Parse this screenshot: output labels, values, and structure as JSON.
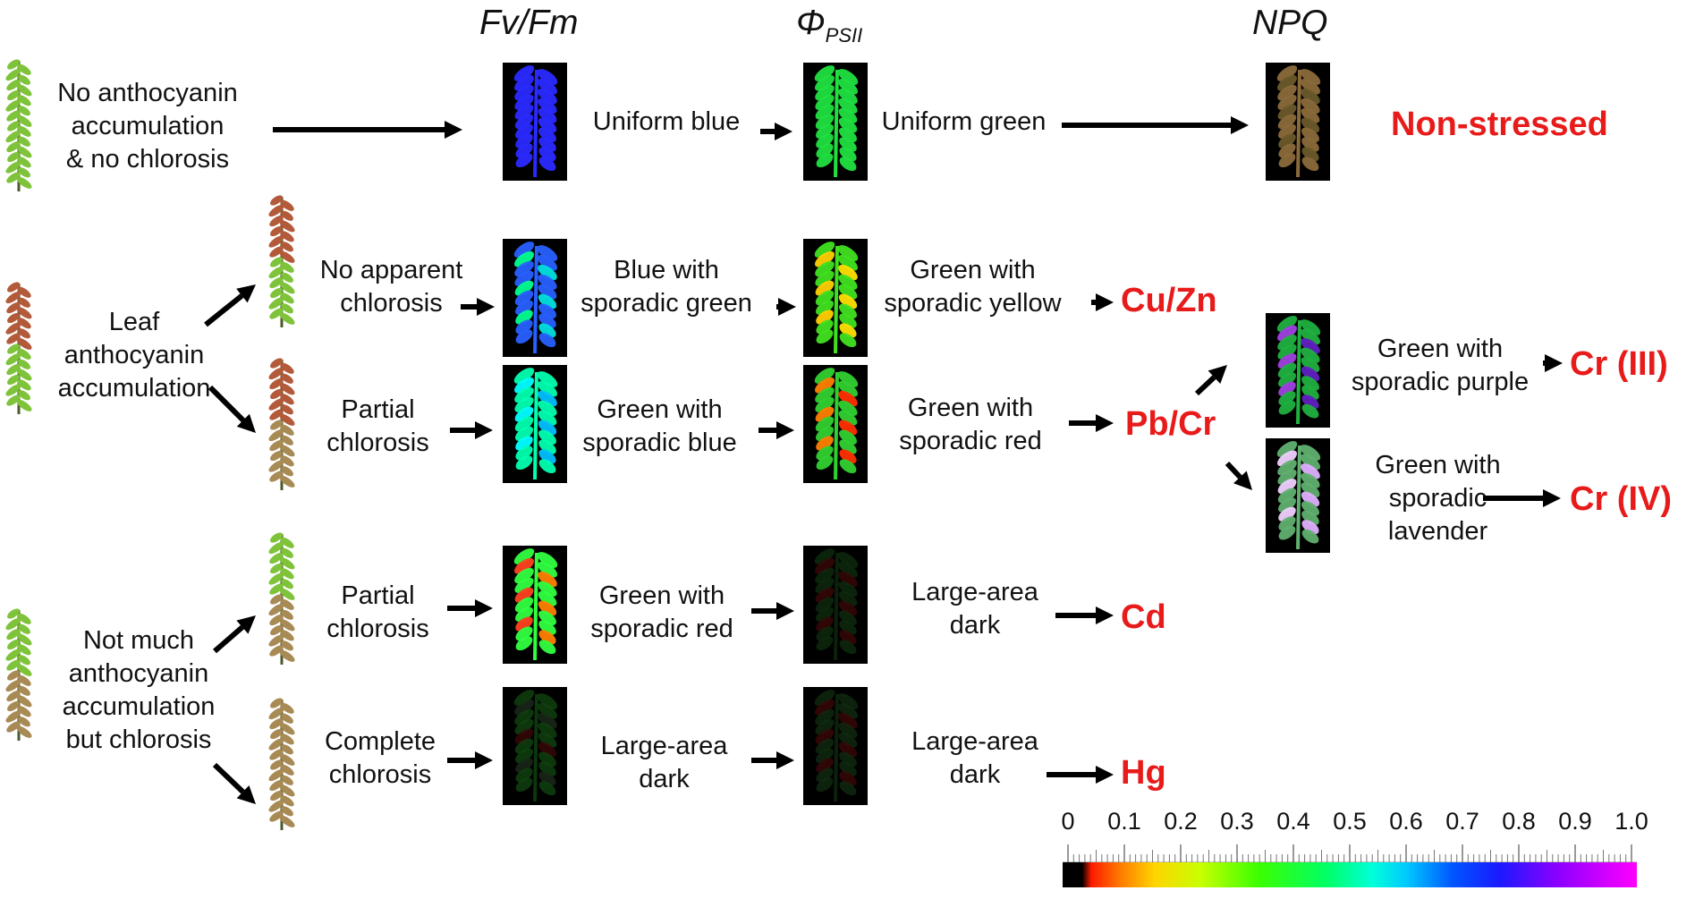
{
  "headers": {
    "fvfm": "Fv/Fm",
    "phi_main": "Φ",
    "phi_sub": "PSII",
    "npq": "NPQ"
  },
  "source_labels": {
    "no_anthocyanin": [
      "No anthocyanin",
      "accumulation",
      "& no chlorosis"
    ],
    "leaf_anthocyanin": [
      "Leaf",
      "anthocyanin",
      "accumulation"
    ],
    "not_much": [
      "Not much",
      "anthocyanin",
      "accumulation",
      "but chlorosis"
    ]
  },
  "branch_labels": {
    "no_apparent": [
      "No apparent",
      "chlorosis"
    ],
    "partial_1": [
      "Partial",
      "chlorosis"
    ],
    "partial_2": [
      "Partial",
      "chlorosis"
    ],
    "complete": [
      "Complete",
      "chlorosis"
    ]
  },
  "fvfm_labels": {
    "row0": [
      "Uniform blue"
    ],
    "row1": [
      "Blue with",
      "sporadic green"
    ],
    "row2": [
      "Green with",
      "sporadic blue"
    ],
    "row3": [
      "Green with",
      "sporadic red"
    ],
    "row4": [
      "Large-area",
      "dark"
    ]
  },
  "phi_labels": {
    "row0": [
      "Uniform green"
    ],
    "row1": [
      "Green with",
      "sporadic yellow"
    ],
    "row2": [
      "Green with",
      "sporadic red"
    ],
    "row3": [
      "Large-area",
      "dark"
    ],
    "row4": [
      "Large-area",
      "dark"
    ]
  },
  "npq_labels": {
    "cr3": [
      "Green with",
      "sporadic purple"
    ],
    "cr4": [
      "Green with",
      "sporadic",
      "lavender"
    ]
  },
  "results": {
    "non_stressed": "Non-stressed",
    "cu_zn": "Cu/Zn",
    "pb_cr": "Pb/Cr",
    "cr3": "Cr (III)",
    "cr4": "Cr (IV)",
    "cd": "Cd",
    "hg": "Hg"
  },
  "colorbar": {
    "ticks": [
      "0",
      "0.1",
      "0.2",
      "0.3",
      "0.4",
      "0.5",
      "0.6",
      "0.7",
      "0.8",
      "0.9",
      "1.0"
    ],
    "min": 0,
    "max": 1.0
  },
  "colors": {
    "result_red": "#e81b1b",
    "arrow": "#000000"
  }
}
